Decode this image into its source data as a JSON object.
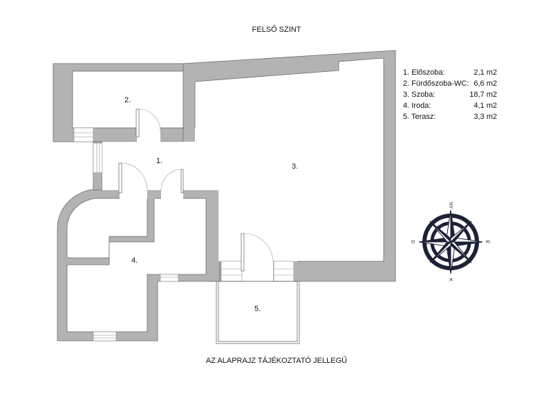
{
  "header": {
    "title": "FELSŐ SZINT"
  },
  "footer": {
    "note": "AZ ALAPRAJZ TÁJÉKOZTATÓ JELLEGŰ"
  },
  "rooms": [
    {
      "number": "1."
    },
    {
      "number": "2."
    },
    {
      "number": "3."
    },
    {
      "number": "4."
    },
    {
      "number": "5."
    }
  ],
  "legend": [
    {
      "name": "1. Előszoba:",
      "area": "2,1 m2"
    },
    {
      "name": "2. Fürdőszoba-WC:",
      "area": "6,6 m2"
    },
    {
      "name": "3. Szoba:",
      "area": "18,7 m2"
    },
    {
      "name": "4. Iroda:",
      "area": "4,1 m2"
    },
    {
      "name": "5. Terasz:",
      "area": "3,3 m2"
    }
  ],
  "compass": {
    "north": "NY",
    "east": "É",
    "south": "K",
    "west": "D",
    "icon": "compass-rose-icon"
  },
  "colors": {
    "wall": "#b3b3b3",
    "wall_outline": "#6a6a6a",
    "compass": "#1c2236"
  }
}
